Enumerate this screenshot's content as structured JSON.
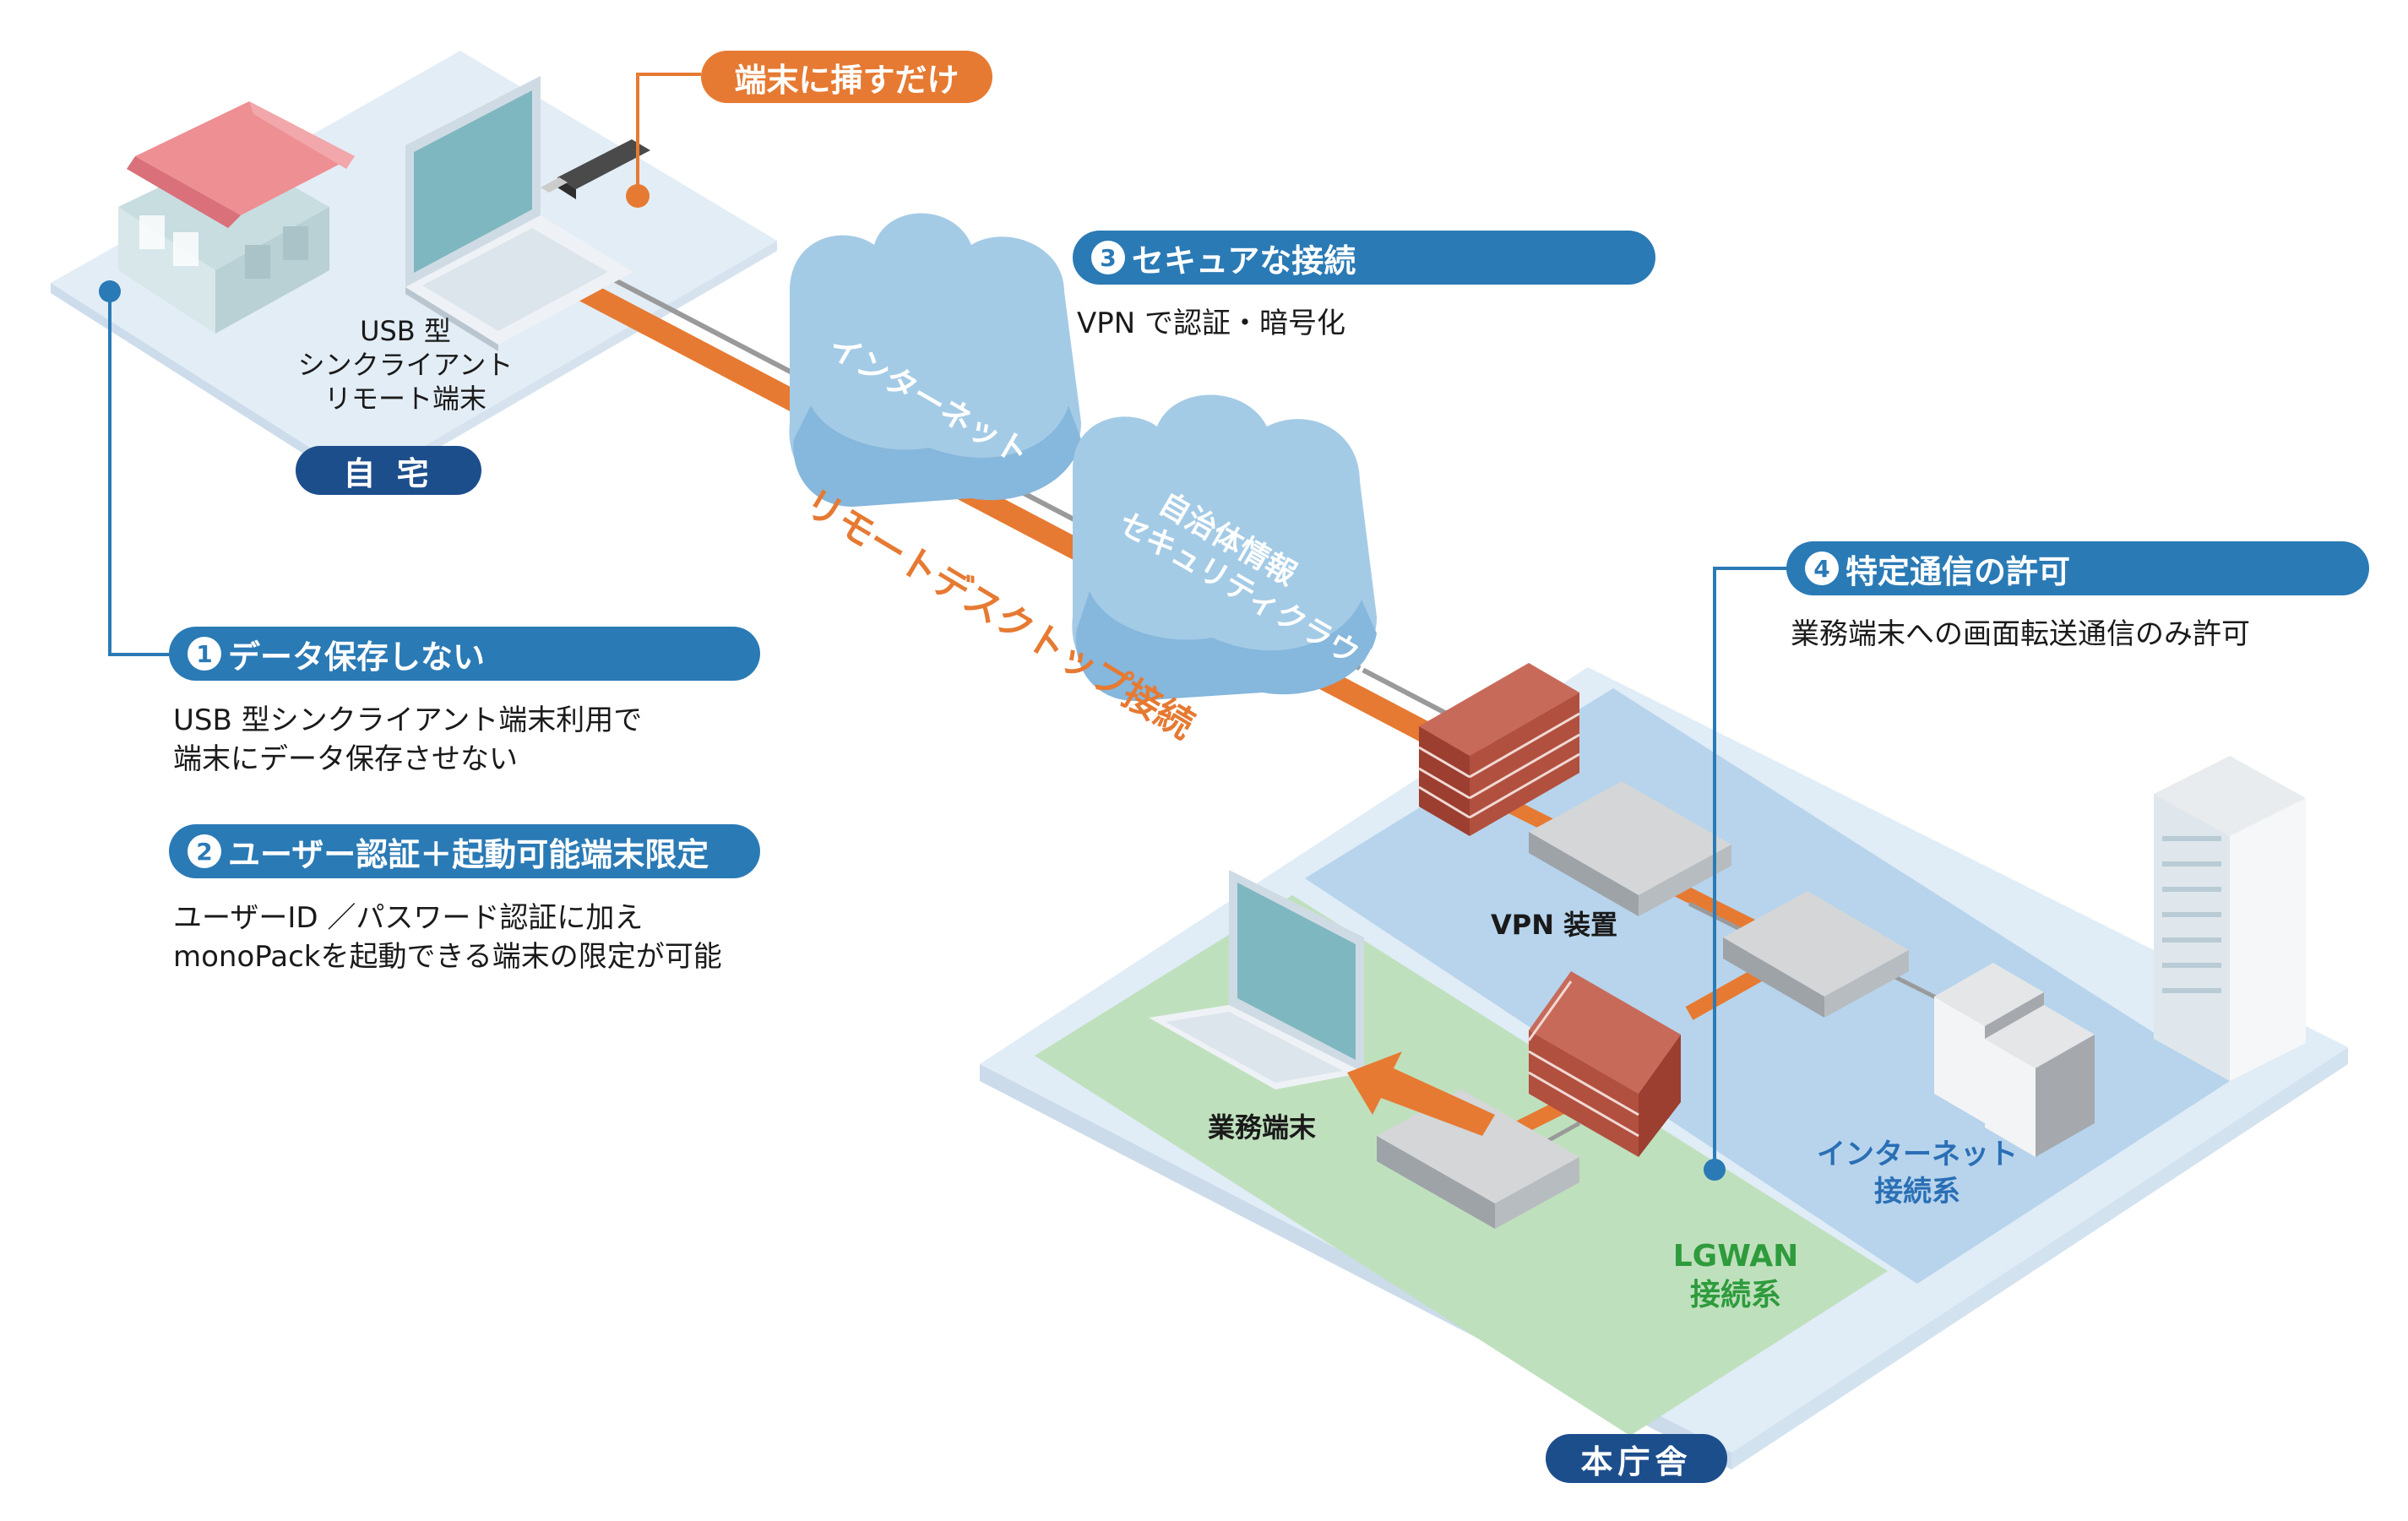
{
  "labels": {
    "insert_only": "端末に挿すだけ",
    "usb_terminal": [
      "USB 型",
      "シンクライアント",
      "リモート端末"
    ],
    "home": "自 宅",
    "internet_cloud": "インターネット",
    "security_cloud": [
      "自治体情報",
      "セキュリティクラウド"
    ],
    "remote_desktop": "リモートデスクトップ接続",
    "vpn_device": "VPN 装置",
    "work_terminal": "業務端末",
    "internet_system": [
      "インターネット",
      "接続系"
    ],
    "lgwan_system": [
      "LGWAN",
      "接続系"
    ],
    "head_office": "本庁舎"
  },
  "features": [
    {
      "num": "1",
      "title": "データ保存しない",
      "desc": [
        "USB 型シンクライアント端末利用で",
        "端末にデータ保存させない"
      ]
    },
    {
      "num": "2",
      "title": "ユーザー認証＋起動可能端末限定",
      "desc": [
        "ユーザーID ／パスワード認証に加え",
        "monoPackを起動できる端末の限定が可能"
      ]
    },
    {
      "num": "3",
      "title": "セキュアな接続",
      "desc": [
        "VPN で認証・暗号化"
      ]
    },
    {
      "num": "4",
      "title": "特定通信の許可",
      "desc": [
        "業務端末への画面転送通信のみ許可"
      ]
    }
  ],
  "colors": {
    "orange": "#e67a32",
    "blue_pill": "#2a7ab5",
    "navy_pill": "#1d4e8c",
    "internet_zone": "#b7d4ec",
    "lgwan_zone": "#bfe0bd",
    "lgwan_text": "#2e9b3c",
    "internet_text": "#2a6fb5"
  },
  "icons": [
    "house-icon",
    "laptop-icon",
    "usb-stick-icon",
    "cloud-icon",
    "firewall-icon",
    "vpn-appliance-icon",
    "server-icon",
    "office-building-icon"
  ]
}
